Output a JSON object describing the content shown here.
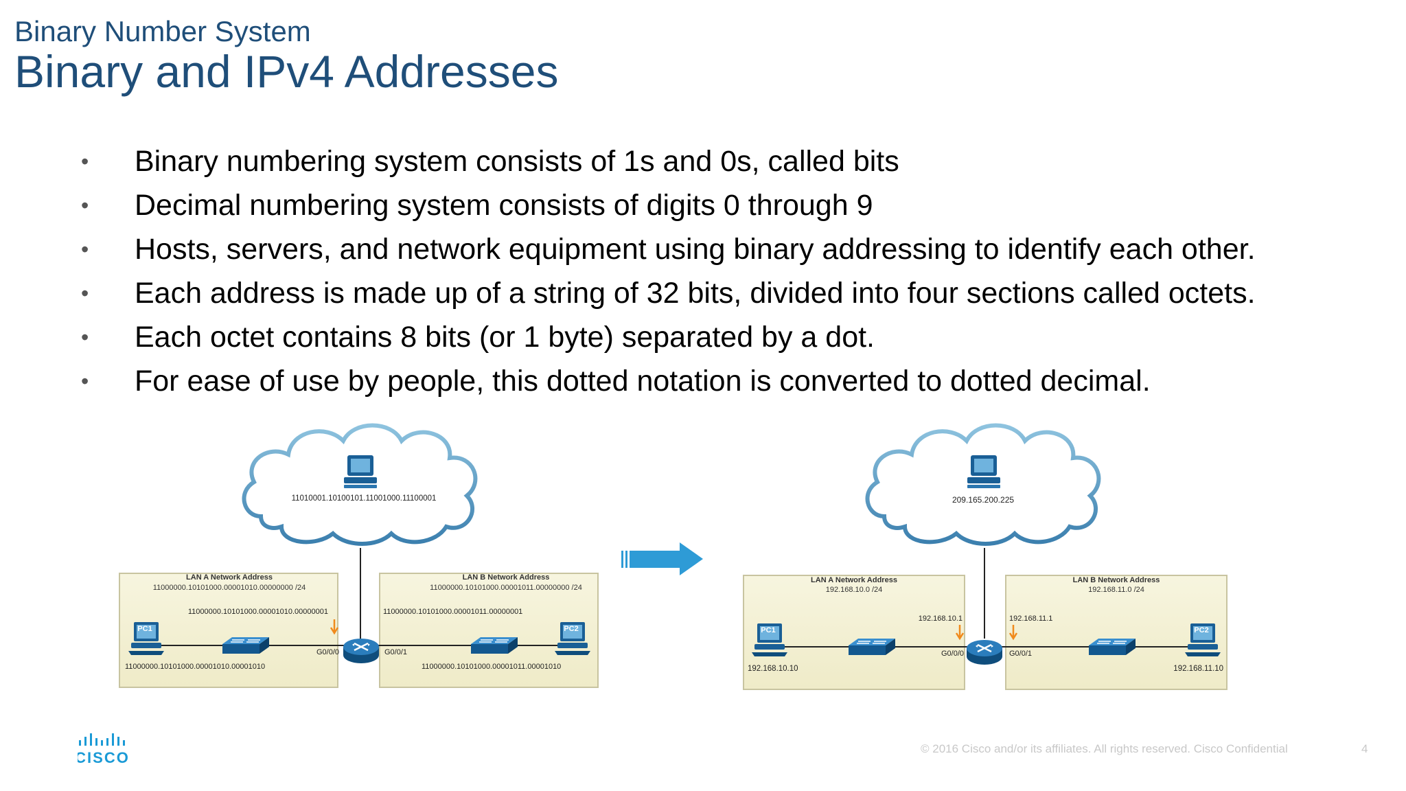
{
  "slide": {
    "subtitle": "Binary Number System",
    "title": "Binary and IPv4 Addresses",
    "bullets": [
      "Binary numbering system consists of 1s and 0s, called bits",
      "Decimal numbering system consists of digits 0 through 9",
      "Hosts, servers, and network equipment using binary addressing to identify each other.",
      "Each address is made up of a string of 32 bits, divided into four sections called octets.",
      "Each octet contains 8 bits (or 1 byte) separated by a dot.",
      "For ease of use by people, this dotted notation is converted to dotted decimal."
    ]
  },
  "binary_diagram": {
    "cloud_address": "11010001.10100101.11001000.11100001",
    "lan_a_title": "LAN A Network Address",
    "lan_a_network": "11000000.10101000.00001010.00000000 /24",
    "lan_a_gateway": "11000000.10101000.00001010.00000001",
    "lan_a_host": "11000000.10101000.00001010.00001010",
    "lan_b_title": "LAN B Network Address",
    "lan_b_network": "11000000.10101000.00001011.00000000 /24",
    "lan_b_gateway": "11000000.10101000.00001011.00000001",
    "lan_b_host": "11000000.10101000.00001011.00001010",
    "pc1": "PC1",
    "pc2": "PC2",
    "g000": "G0/0/0",
    "g001": "G0/0/1"
  },
  "decimal_diagram": {
    "cloud_address": "209.165.200.225",
    "lan_a_title": "LAN A Network Address",
    "lan_a_network": "192.168.10.0 /24",
    "lan_a_gateway": "192.168.10.1",
    "lan_a_host": "192.168.10.10",
    "lan_b_title": "LAN B Network Address",
    "lan_b_network": "192.168.11.0 /24",
    "lan_b_gateway": "192.168.11.1",
    "lan_b_host": "192.168.11.10",
    "pc1": "PC1",
    "pc2": "PC2",
    "g000": "G0/0/0",
    "g001": "G0/0/1"
  },
  "footer": {
    "logo_text": "CISCO",
    "copyright": "© 2016  Cisco and/or its affiliates. All rights reserved.   Cisco Confidential",
    "page": "4"
  },
  "colors": {
    "title": "#1f4e79",
    "lan_box": "#f4f1d6",
    "router": "#1b6fa8",
    "arrow": "#2e9bd6",
    "orange_marker": "#f08a1c"
  },
  "icons": [
    "server-icon",
    "router-icon",
    "switch-icon",
    "pc-icon",
    "right-arrow-icon",
    "cisco-logo"
  ]
}
